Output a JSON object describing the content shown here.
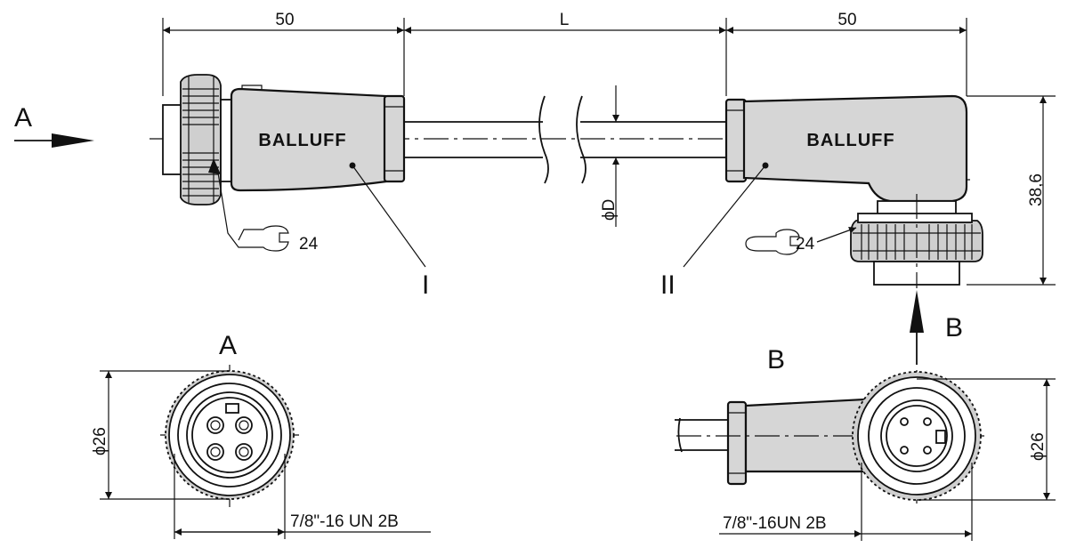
{
  "dimensions": {
    "left_length": "50",
    "cable_length": "L",
    "right_length": "50",
    "height": "38,6",
    "cable_diameter": "ϕD",
    "left_wrench": "24",
    "right_wrench": "24",
    "face_a_diameter": "ϕ26",
    "face_b_diameter": "ϕ26",
    "thread_a": "7/8\"-16 UN 2B",
    "thread_b": "7/8\"-16UN 2B"
  },
  "labels": {
    "view_arrow_a": "A",
    "view_arrow_b": "B",
    "view_a_title": "A",
    "view_b_title": "B",
    "connector_1": "I",
    "connector_2": "II"
  },
  "brand": {
    "left": "BALLUFF",
    "right": "BALLUFF"
  }
}
